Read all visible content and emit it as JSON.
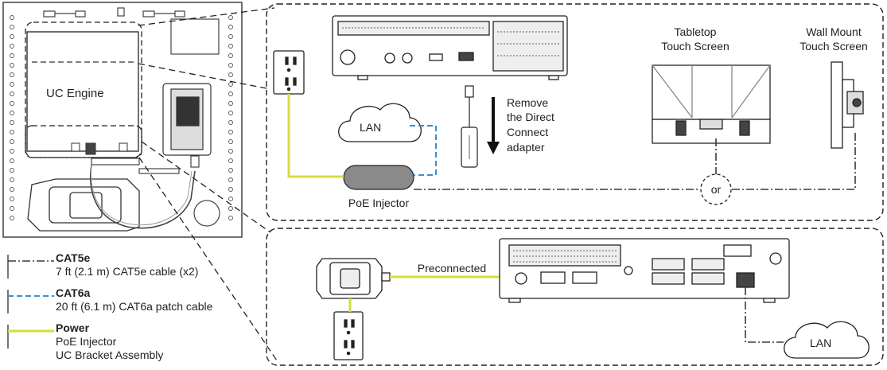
{
  "labels": {
    "uc_engine": "UC Engine",
    "lan_top": "LAN",
    "lan_bottom": "LAN",
    "remove_1": "Remove",
    "remove_2": "the Direct",
    "remove_3": "Connect",
    "remove_4": "adapter",
    "tabletop_1": "Tabletop",
    "tabletop_2": "Touch Screen",
    "wallmount_1": "Wall Mount",
    "wallmount_2": "Touch Screen",
    "poe_injector": "PoE Injector",
    "or": "or",
    "preconnected": "Preconnected"
  },
  "legend": [
    {
      "title": "CAT5e",
      "lines": [
        "7 ft (2.1 m) CAT5e cable (x2)"
      ],
      "style": "dash-dot",
      "color": "#3a3a3a"
    },
    {
      "title": "CAT6a",
      "lines": [
        "20 ft (6.1 m) CAT6a patch cable"
      ],
      "style": "dashed",
      "color": "#3b8fd0"
    },
    {
      "title": "Power",
      "lines": [
        "PoE Injector",
        "UC Bracket Assembly"
      ],
      "style": "solid",
      "color": "#d9dc3a"
    }
  ],
  "colors": {
    "cat5e": "#3a3a3a",
    "cat6a": "#3b8fd0",
    "power": "#d9dc3a",
    "outline": "#333333",
    "injector_fill": "#8a8a8a"
  }
}
